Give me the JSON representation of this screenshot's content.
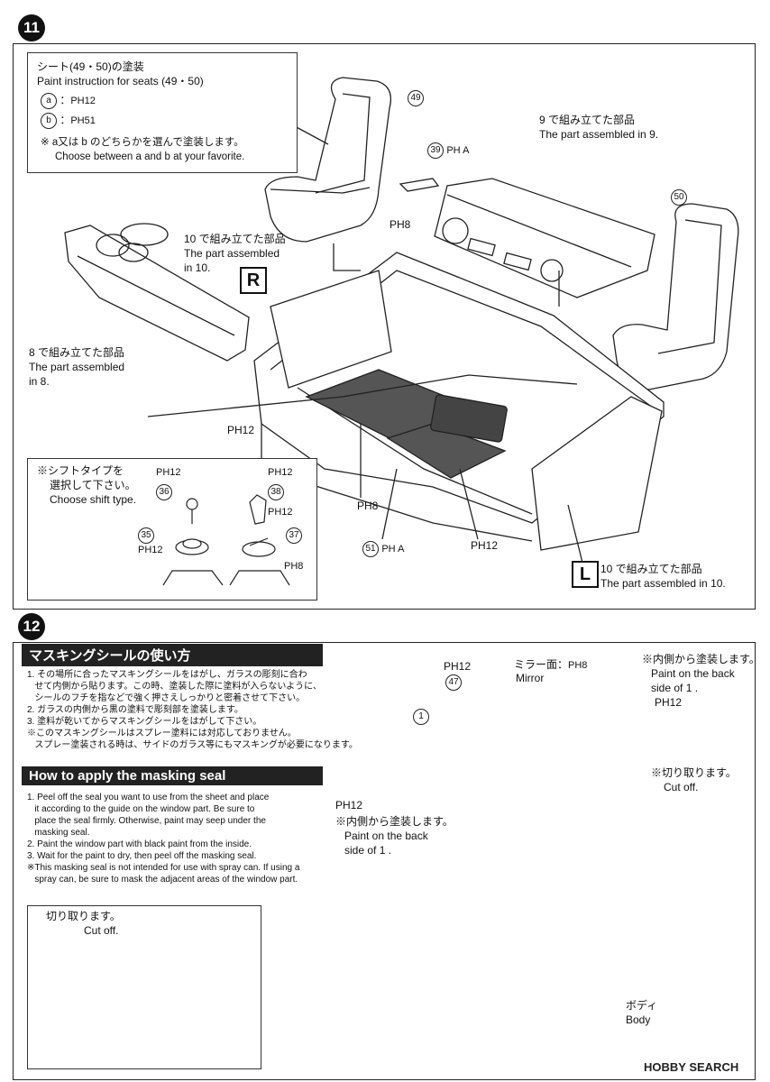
{
  "step11": {
    "num": "11",
    "seat_box": {
      "title_jp": "シート(49・50)の塗装",
      "title_en": "Paint instruction for seats (49・50)",
      "opt_a": "a",
      "opt_a_paint": "PH12",
      "opt_b": "b",
      "opt_b_paint": "PH51",
      "note_jp": "※ a又は b のどちらかを選んで塗装します。",
      "note_en": "Choose between a and b at your favorite."
    },
    "part49": "49",
    "part50": "50",
    "part39": "39",
    "part39_paint": "PH A",
    "ph8_top": "PH8",
    "assembled9_jp": "9 で組み立てた部品",
    "assembled9_en": "The part assembled in 9.",
    "assembled10_jp": "10 で組み立てた部品",
    "assembled10_en_1": "The part assembled",
    "assembled10_en_2": "in 10.",
    "R": "R",
    "assembled8_jp": "8 で組み立てた部品",
    "assembled8_en_1": "The part assembled",
    "assembled8_en_2": "in 8.",
    "ph12_floor": "PH12",
    "shift_box": {
      "title_jp_1": "※シフトタイプを",
      "title_jp_2": "選択して下さい。",
      "title_en": "Choose shift type.",
      "p36": "36",
      "p35": "35",
      "p38": "38",
      "p37": "37",
      "ph12_a": "PH12",
      "ph12_b": "PH12",
      "ph12_c": "PH12",
      "ph12_d": "PH12",
      "ph8": "PH8"
    },
    "ph8_mid": "PH8",
    "part51": "51",
    "part51_paint": "PH A",
    "ph12_right": "PH12",
    "L": "L",
    "assembledL_jp": "10 で組み立てた部品",
    "assembledL_en": "The part assembled in 10."
  },
  "step12": {
    "num": "12",
    "mask_jp": {
      "title": "マスキングシールの使い方",
      "items": [
        "1. その場所に合ったマスキングシールをはがし、ガラスの彫刻に合わ",
        "   せて内側から貼ります。この時、塗装した際に塗料が入らないように、",
        "   シールのフチを指などで強く押さえしっかりと密着させて下さい。",
        "2. ガラスの内側から黒の塗料で彫刻部を塗装します。",
        "3. 塗料が乾いてからマスキングシールをはがして下さい。",
        "※このマスキングシールはスプレー塗料には対応しておりません。",
        "   スプレー塗装される時は、サイドのガラス等にもマスキングが必要になります。"
      ]
    },
    "mask_en": {
      "title": "How to apply the masking seal",
      "items": [
        "1. Peel off the seal you want to use from the sheet and place",
        "   it according to the guide on the window part. Be sure to",
        "   place the seal firmly. Otherwise, paint may seep under the",
        "   masking seal.",
        "2. Paint the window part with black paint from the inside.",
        "3. Wait for the paint to dry, then peel off the masking seal.",
        "※This masking seal is not intended for use with spray can. If using a",
        "   spray can, be sure to mask the adjacent areas of the window part."
      ]
    },
    "cutoff_jp": "切り取ります。",
    "cutoff_en": "Cut off.",
    "ph12_top": "PH12",
    "part47": "47",
    "mirror_jp": "ミラー面：",
    "mirror_ph": "PH8",
    "mirror_en": "Mirror",
    "inside_jp": "※内側から塗装します。",
    "inside_en_1": "Paint on the back",
    "inside_en_2": "side of 1 .",
    "ph12_win": "PH12",
    "part1": "1",
    "cutoff2_jp": "※切り取ります。",
    "cutoff2_en": "Cut off.",
    "ph12_left": "PH12",
    "inside2_jp": "※内側から塗装します。",
    "inside2_en_1": "Paint on the back",
    "inside2_en_2": "side of 1 .",
    "body_jp": "ボディ",
    "body_en": "Body",
    "watermark": "HOBBY SEARCH"
  }
}
